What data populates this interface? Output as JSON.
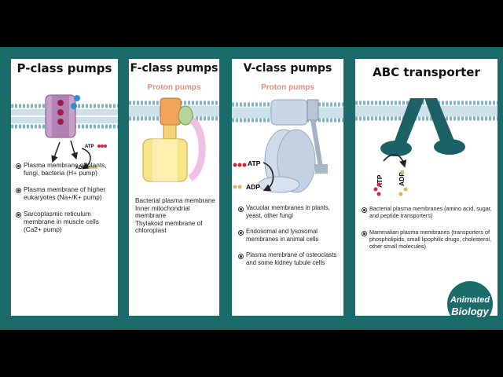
{
  "panels": {
    "p": {
      "title": "P-class pumps",
      "diagram": {
        "atp": "ATP",
        "adp": "ADP"
      },
      "bullets": [
        "Plasma membrane of plants, fungi, bacteria (H+ pump)",
        "Plasma membrane of higher eukaryotes (Na+/K+ pump)",
        "Sarcoplasmic reticulum membrane in muscle cells (Ca2+ pump)"
      ]
    },
    "f": {
      "title": "F-class pumps",
      "subtitle": "Proton pumps",
      "text_lines": [
        "Bacterial plasma membrane",
        "Inner mitochondrial membrane",
        "Thylakoid membrane of chloroplast"
      ]
    },
    "v": {
      "title": "V-class pumps",
      "subtitle": "Proton pumps",
      "diagram": {
        "atp": "ATP",
        "adp": "ADP"
      },
      "bullets": [
        "Vacuolar membranes in plants, yeast, other fungi",
        "Endosomal and lysosomal membranes in animal cells",
        "Plasma membrane of osteoclasts and some kidney tubule cells"
      ]
    },
    "abc": {
      "title": "ABC transporter",
      "diagram": {
        "atp": "ATP",
        "adp": "ADP"
      },
      "bullets": [
        "Bacterial plasma membranes (amino acid, sugar, and peptide transporters)",
        "Mammalian plasma membranes (transporters of phospholipids, small lipophilic drugs, cholesterol, other small molecules)"
      ]
    }
  },
  "logo": {
    "line1": "Animated",
    "line2": "Biology"
  },
  "colors": {
    "teal": "#1c6b6b",
    "subtitle": "#e98b78",
    "atp": "#d6243b",
    "adp": "#d9b85a"
  }
}
